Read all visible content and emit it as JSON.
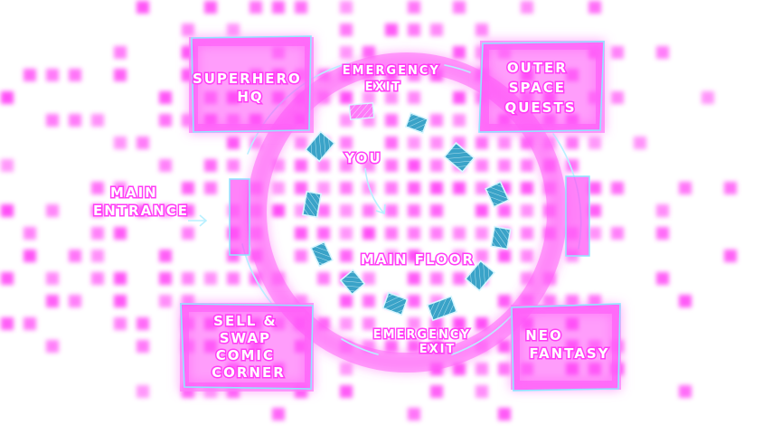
{
  "map": {
    "zones": {
      "superhero_hq": [
        "SUPERHERO",
        "HQ"
      ],
      "outer_space_quests": [
        "OUTER",
        "SPACE",
        "QUESTS"
      ],
      "main_entrance": [
        "MAIN",
        "ENTRANCE"
      ],
      "sell_swap_comic_corner": [
        "SELL &",
        "SWAP",
        "COMIC",
        "CORNER"
      ],
      "fantasy": [
        "FANTASY"
      ]
    },
    "zone_fragments": {
      "fantasy_left_part": "NEO"
    },
    "labels": {
      "emergency_exit_top": [
        "EMERGENCY",
        "EXIT"
      ],
      "emergency_exit_bottom": [
        "EMERGENCY",
        "EXIT"
      ],
      "you_marker": "YOU",
      "main_floor": "MAIN FLOOR"
    }
  },
  "colors": {
    "dots": "#ff44f6",
    "zone_fill": "#ff4df7",
    "outline": "#8fe6ff",
    "seat": "#3aa3c8",
    "label_fill": "#ffffff",
    "label_glow": "#ff3df5"
  },
  "icons": {
    "you_marker_arrow": "arrow-icon",
    "entrance_arrow": "arrow-right-icon"
  }
}
